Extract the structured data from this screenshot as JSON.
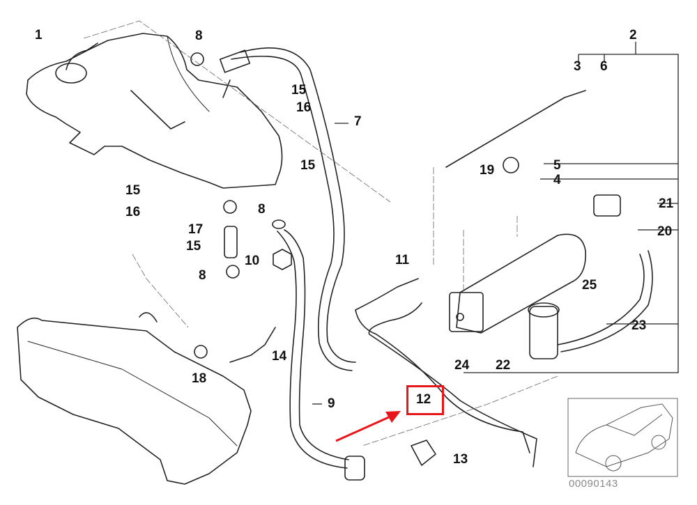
{
  "diagram": {
    "title": "Fuel tank breather valve / activated charcoal filter parts diagram",
    "diagram_number": "00090143",
    "highlight": {
      "part": "12",
      "color": "#e8161b"
    },
    "labels": [
      {
        "id": "1",
        "text": "1"
      },
      {
        "id": "2",
        "text": "2"
      },
      {
        "id": "3",
        "text": "3"
      },
      {
        "id": "4",
        "text": "4"
      },
      {
        "id": "5",
        "text": "5"
      },
      {
        "id": "6",
        "text": "6"
      },
      {
        "id": "7",
        "text": "7"
      },
      {
        "id": "8a",
        "text": "8"
      },
      {
        "id": "8b",
        "text": "8"
      },
      {
        "id": "8c",
        "text": "8"
      },
      {
        "id": "9",
        "text": "9"
      },
      {
        "id": "10",
        "text": "10"
      },
      {
        "id": "11",
        "text": "11"
      },
      {
        "id": "12",
        "text": "12"
      },
      {
        "id": "13",
        "text": "13"
      },
      {
        "id": "14",
        "text": "14"
      },
      {
        "id": "15a",
        "text": "15"
      },
      {
        "id": "15b",
        "text": "15"
      },
      {
        "id": "15c",
        "text": "15"
      },
      {
        "id": "15d",
        "text": "15"
      },
      {
        "id": "16a",
        "text": "16"
      },
      {
        "id": "16b",
        "text": "16"
      },
      {
        "id": "17",
        "text": "17"
      },
      {
        "id": "18",
        "text": "18"
      },
      {
        "id": "19",
        "text": "19"
      },
      {
        "id": "20",
        "text": "20"
      },
      {
        "id": "21",
        "text": "21"
      },
      {
        "id": "22",
        "text": "22"
      },
      {
        "id": "23",
        "text": "23"
      },
      {
        "id": "24",
        "text": "24"
      },
      {
        "id": "25",
        "text": "25"
      }
    ],
    "colors": {
      "line": "#222222",
      "thin_line": "#555555",
      "code_text": "#8a8a8a",
      "highlight": "#e8161b"
    }
  }
}
